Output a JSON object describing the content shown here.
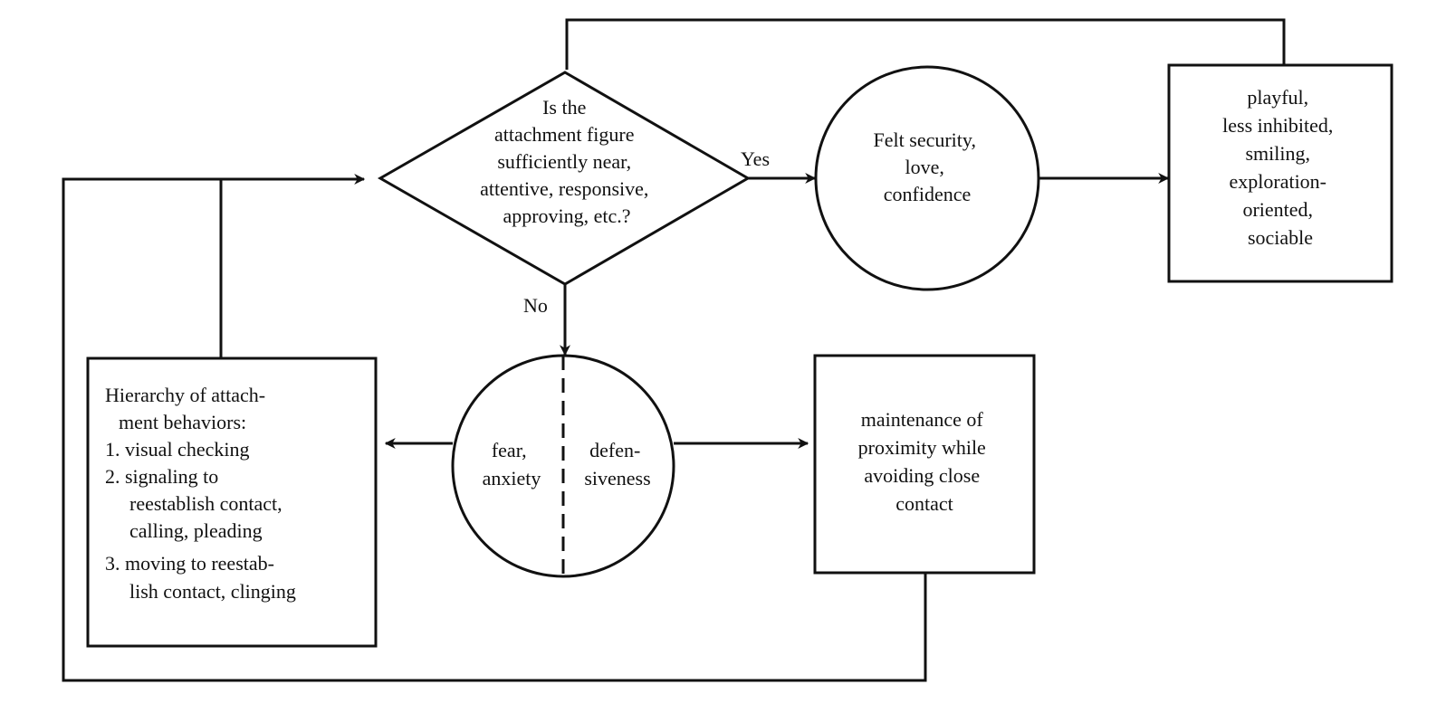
{
  "decision": {
    "lines": [
      "Is the",
      "attachment figure",
      "sufficiently near,",
      "attentive, responsive,",
      "approving, etc.?"
    ],
    "yes_label": "Yes",
    "no_label": "No"
  },
  "security": {
    "lines": [
      "Felt security,",
      "love,",
      "confidence"
    ]
  },
  "outcome": {
    "lines": [
      "playful,",
      "less inhibited,",
      "smiling,",
      "exploration-",
      "oriented,",
      "sociable"
    ]
  },
  "fear": {
    "left_lines": [
      "fear,",
      "anxiety"
    ],
    "right_lines": [
      "defen-",
      "siveness"
    ]
  },
  "hierarchy": {
    "lines": [
      "Hierarchy of attach-",
      "ment behaviors:",
      "1. visual checking",
      "2. signaling to",
      "reestablish contact,",
      "calling, pleading",
      "3. moving to reestab-",
      "lish contact, clinging"
    ]
  },
  "proximity": {
    "lines": [
      "maintenance of",
      "proximity while",
      "avoiding close",
      "contact"
    ]
  }
}
